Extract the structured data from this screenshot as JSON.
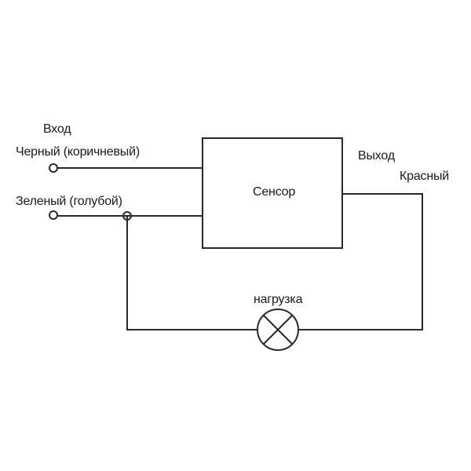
{
  "labels": {
    "input": "Вход",
    "black_wire": "Черный (коричневый)",
    "green_wire": "Зеленый (голубой)",
    "sensor": "Сенсор",
    "output": "Выход",
    "red_wire": "Красный",
    "load": "нагрузка"
  },
  "colors": {
    "line": "#2a2a2a",
    "text": "#1a1a1a"
  }
}
